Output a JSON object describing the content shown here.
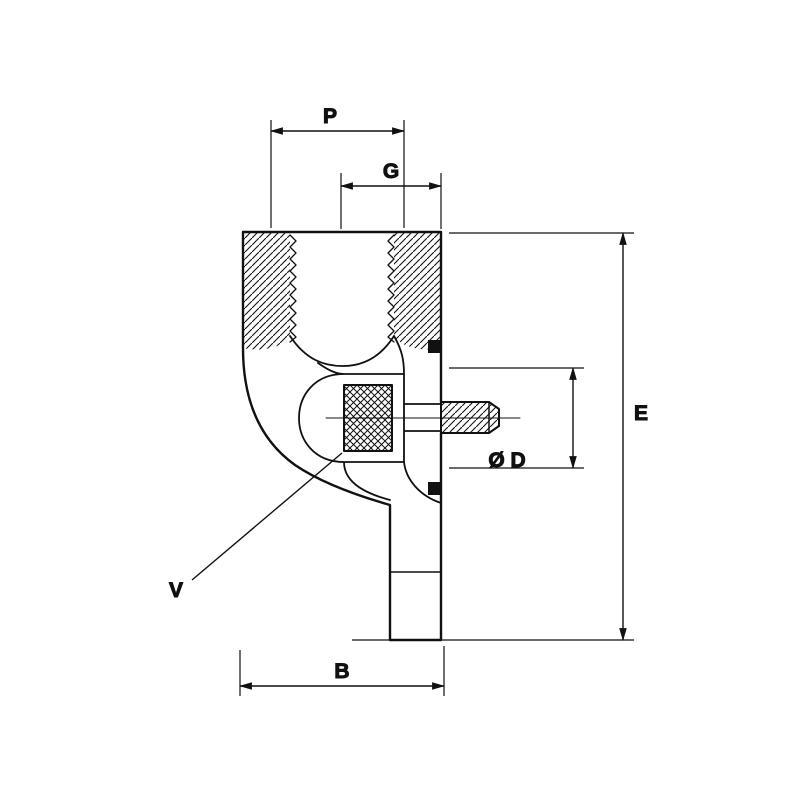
{
  "drawing": {
    "kind": "technical-section-drawing-of-hydraulic-fitting",
    "labels": {
      "P": "P",
      "G": "G",
      "E": "E",
      "D": "Ø D",
      "V": "V",
      "B": "B"
    },
    "colors": {
      "line": "#111111",
      "background": "#ffffff"
    }
  }
}
